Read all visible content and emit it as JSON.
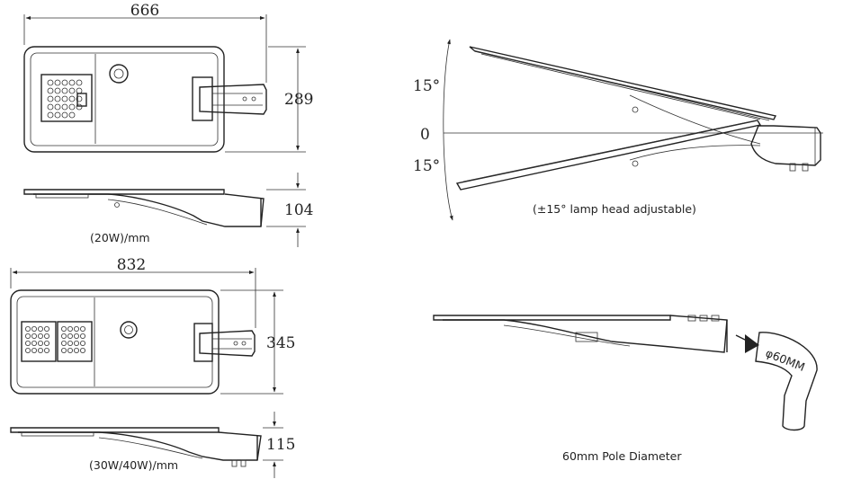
{
  "colors": {
    "line": "#222222",
    "background": "#ffffff"
  },
  "small_lamp": {
    "length": "666",
    "width": "289",
    "height": "104",
    "caption": "(20W)/mm"
  },
  "large_lamp": {
    "length": "832",
    "width": "345",
    "height": "115",
    "caption": "(30W/40W)/mm"
  },
  "tilt": {
    "angle_up": "15°",
    "angle_zero": "0",
    "angle_down": "15°",
    "caption": "(±15° lamp head adjustable)"
  },
  "pole": {
    "label": "φ60MM",
    "caption": "60mm Pole Diameter"
  }
}
